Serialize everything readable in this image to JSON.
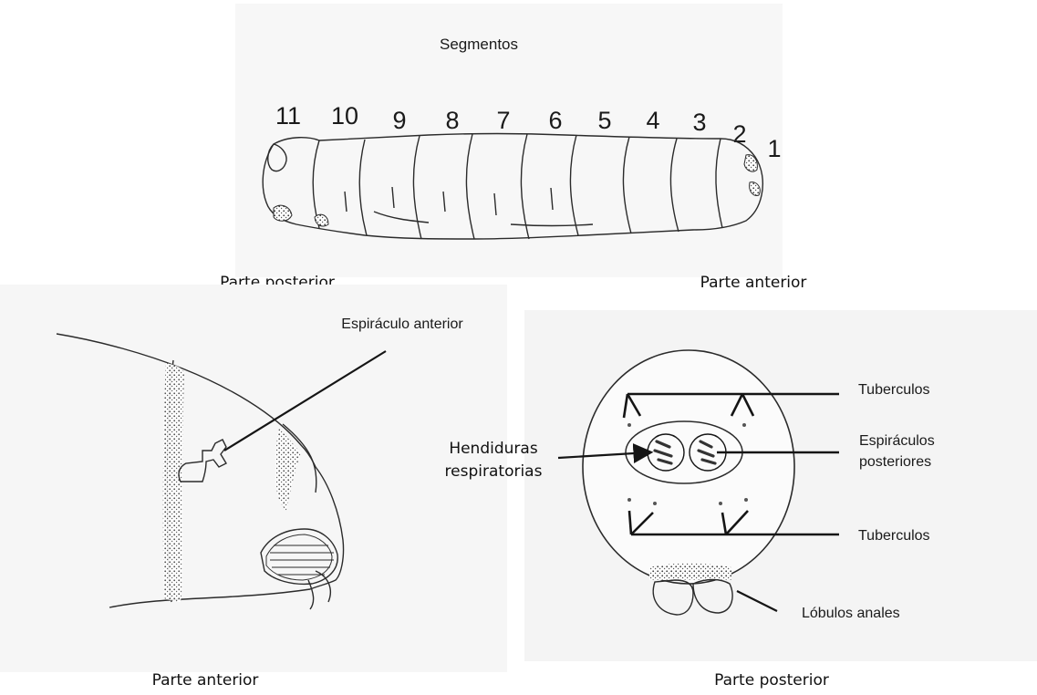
{
  "figure": {
    "larva_title": "Segmentos",
    "segments": [
      "11",
      "10",
      "9",
      "8",
      "7",
      "6",
      "5",
      "4",
      "3",
      "2",
      "1"
    ],
    "larva_left_caption": "Parte posterior",
    "larva_right_caption": "Parte anterior",
    "anterior_panel": {
      "label_spiracle": "Espiráculo anterior",
      "caption": "Parte anterior"
    },
    "posterior_panel": {
      "label_tubercles_top": "Tuberculos",
      "label_spiracles_line1": "Espiráculos",
      "label_spiracles_line2": "posteriores",
      "label_slits_line1": "Hendiduras",
      "label_slits_line2": "respiratorias",
      "label_tubercles_bottom": "Tuberculos",
      "label_anal_lobes": "Lóbulos anales",
      "caption": "Parte posterior"
    }
  }
}
